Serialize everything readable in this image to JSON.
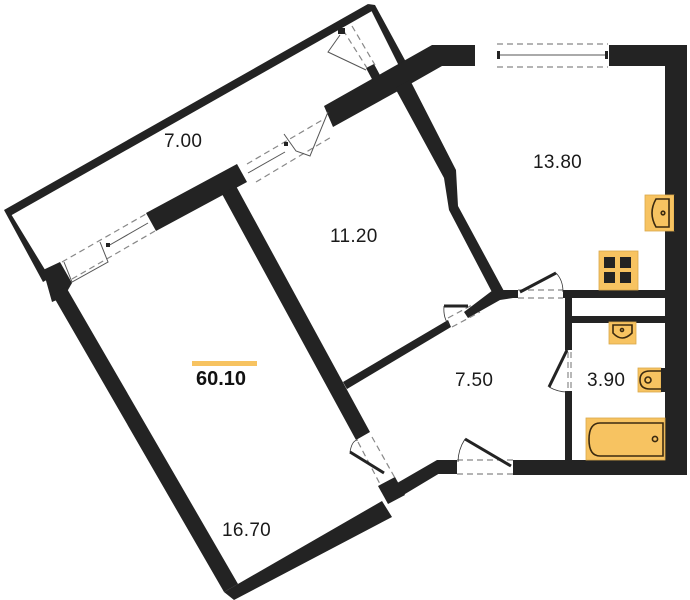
{
  "floorplan": {
    "total_area": "60.10",
    "accent_color": "#f7c361",
    "wall_color": "#232323",
    "rooms": [
      {
        "id": "balcony",
        "label": "7.00"
      },
      {
        "id": "bedroom",
        "label": "11.20"
      },
      {
        "id": "kitchen-living",
        "label": "13.80"
      },
      {
        "id": "hallway",
        "label": "7.50"
      },
      {
        "id": "bathroom",
        "label": "3.90"
      },
      {
        "id": "living-room",
        "label": "16.70"
      }
    ],
    "fixtures": [
      {
        "id": "kitchen-sink",
        "icon": "sink-icon"
      },
      {
        "id": "stove",
        "icon": "stove-icon"
      },
      {
        "id": "bathroom-sink",
        "icon": "sink-icon"
      },
      {
        "id": "toilet",
        "icon": "toilet-icon"
      },
      {
        "id": "bathtub",
        "icon": "bathtub-icon"
      }
    ]
  }
}
